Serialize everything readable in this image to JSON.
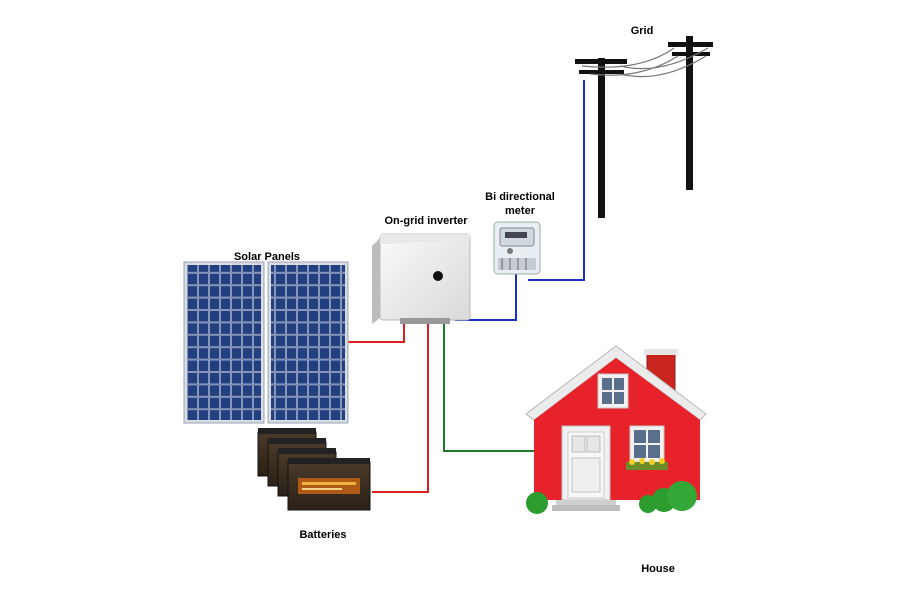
{
  "labels": {
    "grid": "Grid",
    "meter": "Bi directional meter",
    "inverter": "On-grid inverter",
    "solar_panels": "Solar Panels",
    "batteries": "Batteries",
    "house": "House"
  },
  "colors": {
    "dc_wire": "#e02020",
    "grid_wire": "#1a2ec8",
    "house_wire": "#1e7a2e",
    "panel_cell": "#1b2f66",
    "house_wall": "#e8222a",
    "roof": "#ececec",
    "pole": "#111111"
  }
}
